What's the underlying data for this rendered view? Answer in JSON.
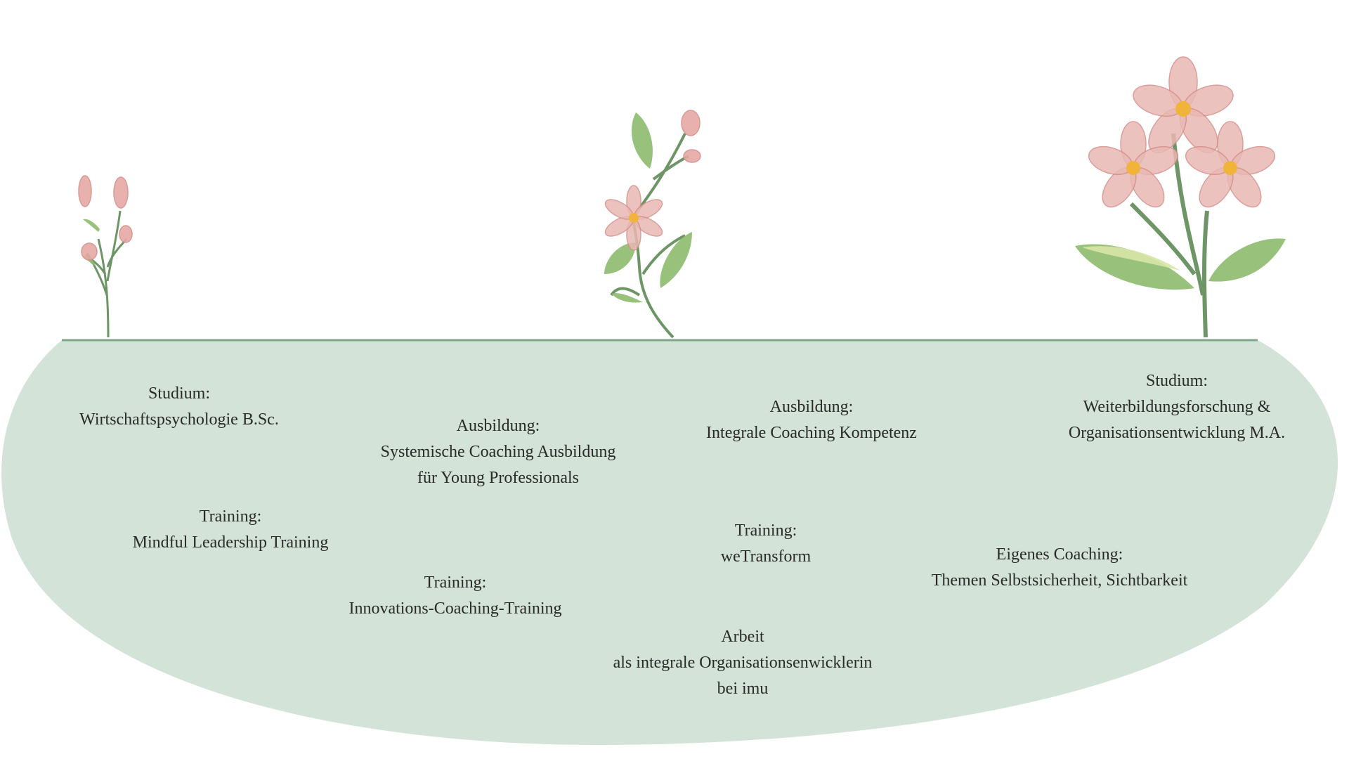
{
  "colors": {
    "ground_fill": "#d3e3d7",
    "ground_line": "#7fa58a",
    "petal": "#e9b8b3",
    "petal_edge": "#d48f8a",
    "bud": "#e6a9a6",
    "stem": "#6d9566",
    "leaf": "#8dba6e",
    "leaf_light": "#d8e6a6",
    "center": "#f0b43a"
  },
  "plants": [
    {
      "stage": "bud",
      "icon": "flower-bud-icon"
    },
    {
      "stage": "blooming",
      "icon": "blooming-branch-icon"
    },
    {
      "stage": "full-bloom",
      "icon": "flower-bouquet-icon"
    }
  ],
  "entries": [
    {
      "title": "Studium:",
      "lines": [
        "Wirtschaftspsychologie B.Sc."
      ]
    },
    {
      "title": "Ausbildung:",
      "lines": [
        "Systemische Coaching Ausbildung",
        "für Young Professionals"
      ]
    },
    {
      "title": "Ausbildung:",
      "lines": [
        "Integrale Coaching Kompetenz"
      ]
    },
    {
      "title": "Studium:",
      "lines": [
        "Weiterbildungsforschung &",
        "Organisationsentwicklung M.A."
      ]
    },
    {
      "title": "Training:",
      "lines": [
        "Mindful Leadership Training"
      ]
    },
    {
      "title": "Training:",
      "lines": [
        "weTransform"
      ]
    },
    {
      "title": "Eigenes Coaching:",
      "lines": [
        "Themen Selbstsicherheit, Sichtbarkeit"
      ]
    },
    {
      "title": "Training:",
      "lines": [
        "Innovations-Coaching-Training"
      ]
    },
    {
      "title": "Arbeit",
      "lines": [
        "als integrale Organisationsenwicklerin",
        "bei imu"
      ]
    }
  ]
}
